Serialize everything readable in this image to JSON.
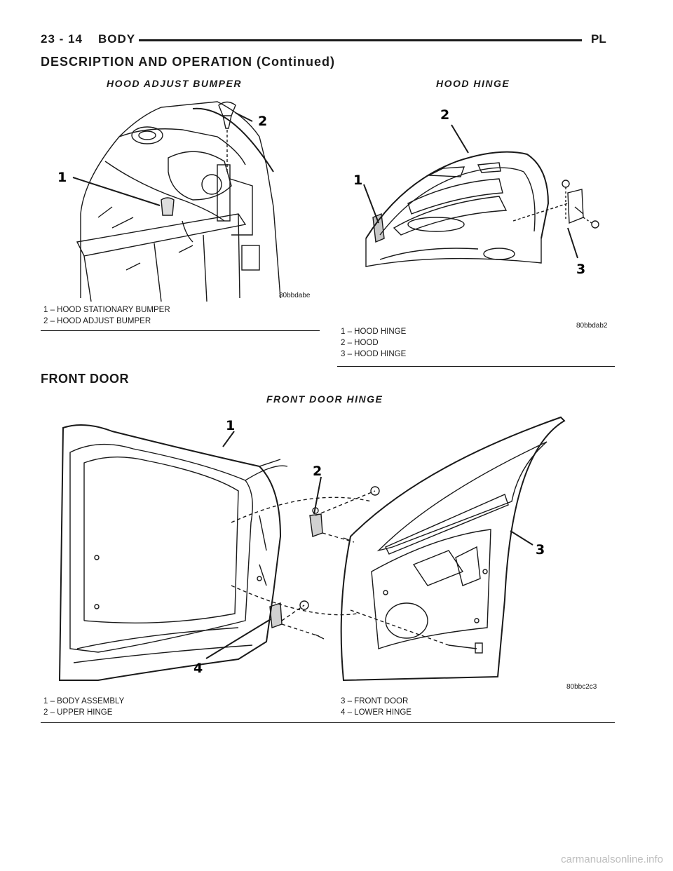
{
  "header": {
    "page_number": "23 - 14",
    "section": "BODY",
    "model": "PL"
  },
  "section_title": "DESCRIPTION AND OPERATION (Continued)",
  "figures": {
    "hood_bumper": {
      "title": "HOOD ADJUST BUMPER",
      "code": "80bbdabe",
      "callouts": [
        "1",
        "2"
      ],
      "legend": [
        "1 – HOOD STATIONARY BUMPER",
        "2 – HOOD ADJUST BUMPER"
      ]
    },
    "hood_hinge": {
      "title": "HOOD HINGE",
      "code": "80bbdab2",
      "callouts": [
        "1",
        "2",
        "3"
      ],
      "legend": [
        "1 – HOOD HINGE",
        "2 – HOOD",
        "3 – HOOD HINGE"
      ]
    },
    "door_hinge": {
      "title": "FRONT DOOR HINGE",
      "code": "80bbc2c3",
      "callouts": [
        "1",
        "2",
        "3",
        "4"
      ],
      "legend_left": [
        "1 – BODY ASSEMBLY",
        "2 – UPPER HINGE"
      ],
      "legend_right": [
        "3 – FRONT DOOR",
        "4 – LOWER HINGE"
      ]
    }
  },
  "front_door_heading": "FRONT DOOR",
  "watermark": "carmanualsonline.info"
}
